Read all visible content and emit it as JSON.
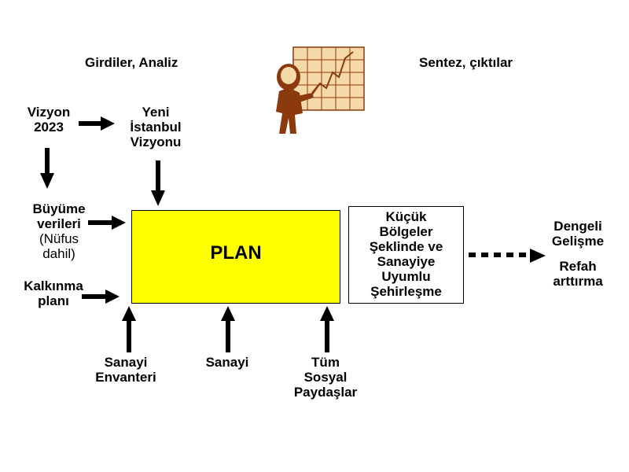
{
  "headings": {
    "inputs": "Girdiler,  Analiz",
    "outputs": "Sentez, çıktılar"
  },
  "nodes": {
    "vision_2023": [
      "Vizyon",
      "2023"
    ],
    "istanbul_vision": [
      "Yeni",
      "İstanbul",
      "Vizyonu"
    ],
    "growth_data": [
      "Büyüme",
      "verileri"
    ],
    "growth_data_note": [
      "(Nüfus",
      "dahil)"
    ],
    "development_plan": [
      "Kalkınma",
      "planı"
    ],
    "plan": "PLAN",
    "industry_inventory": [
      "Sanayi",
      "Envanteri"
    ],
    "industry": "Sanayi",
    "stakeholders": [
      "Tüm",
      "Sosyal",
      "Paydaşlar"
    ],
    "output": [
      "Küçük",
      "Bölgeler",
      "Şeklinde ve",
      "Sanayiye",
      "Uyumlu",
      "Şehirleşme"
    ],
    "balanced_development": [
      "Dengeli",
      "Gelişme"
    ],
    "welfare": [
      "Refah",
      "arttırma"
    ]
  },
  "colors": {
    "plan_fill": "#ffff00",
    "clipart_brown": "#8b3a0e",
    "clipart_chart": "#f6d9a8"
  },
  "clipart": "presenter-with-rising-chart"
}
